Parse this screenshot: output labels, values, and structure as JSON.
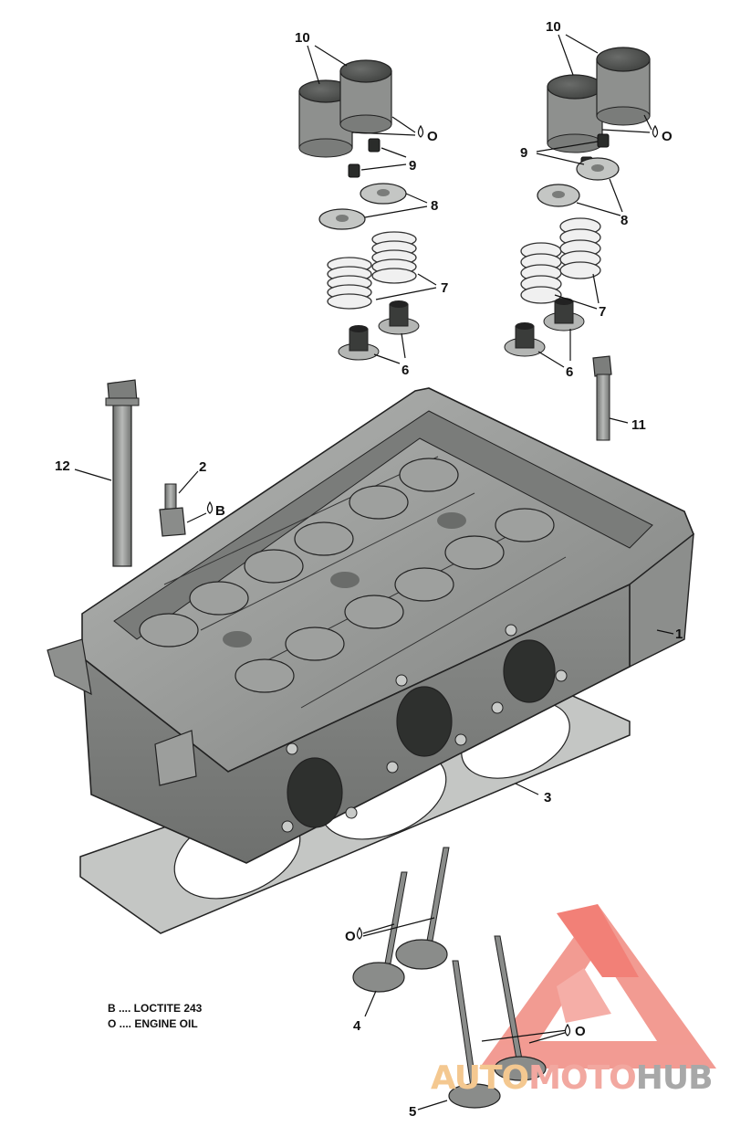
{
  "callouts": {
    "c1": "1",
    "c2": "2",
    "c3": "3",
    "c4": "4",
    "c5": "5",
    "c6a": "6",
    "c6b": "6",
    "c7a": "7",
    "c7b": "7",
    "c8a": "8",
    "c8b": "8",
    "c9a": "9",
    "c9b": "9",
    "c10a": "10",
    "c10b": "10",
    "c11": "11",
    "c12": "12"
  },
  "markers": {
    "oil_a": "O",
    "oil_b": "O",
    "oil_c": "O",
    "oil_d": "O",
    "loctite": "B"
  },
  "legend": {
    "b_line": "B .... LOCTITE 243",
    "o_line": "O .... ENGINE OIL"
  },
  "watermark": {
    "part1": "AUTO",
    "part2": "MOTO",
    "part3": "HUB"
  },
  "colors": {
    "part_gray": "#9a9c9a",
    "part_dark": "#5a5c5a",
    "outline": "#222222",
    "watermark_red": "#f08a80",
    "watermark_orange": "#f4c890"
  }
}
